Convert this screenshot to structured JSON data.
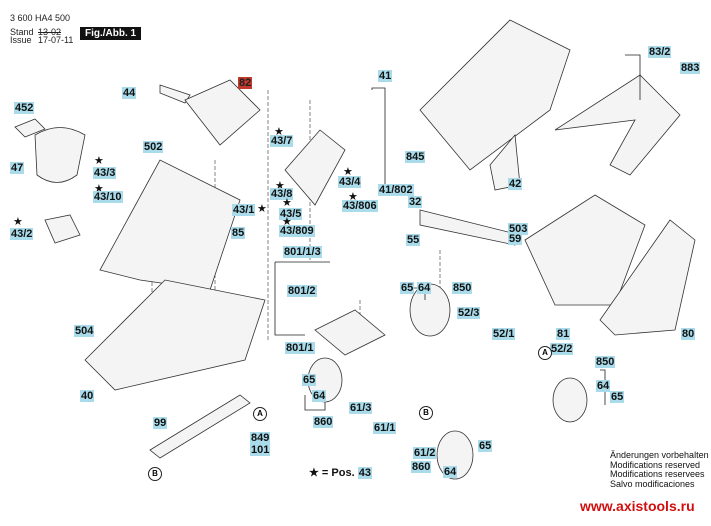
{
  "header": {
    "doc_number": "3 600 HA4 500",
    "stand_label": "Stand",
    "issue_label": "Issue",
    "stand_date_struck": "13-02",
    "issue_date": "17-07-11",
    "figure_label": "Fig./Abb. 1"
  },
  "labels": {
    "l452": "452",
    "l47": "47",
    "l43_2": "43/2",
    "l43_3": "43/3",
    "l43_10": "43/10",
    "l44": "44",
    "l82": "82",
    "l502": "502",
    "l43_1": "43/1",
    "l85": "85",
    "l43_7": "43/7",
    "l43_8": "43/8",
    "l43_4": "43/4",
    "l43_5": "43/5",
    "l43_806": "43/806",
    "l43_809": "43/809",
    "l41": "41",
    "l845": "845",
    "l41_802": "41/802",
    "l32": "32",
    "l55": "55",
    "l42": "42",
    "l83_2": "83/2",
    "l883": "883",
    "l503": "503",
    "l59": "59",
    "l801_1_3": "801/1/3",
    "l801_2": "801/2",
    "l801_1": "801/1",
    "l504": "504",
    "l40": "40",
    "l99": "99",
    "l849": "849",
    "l101": "101",
    "l65a": "65",
    "l64a": "64",
    "l850a": "850",
    "l52_3": "52/3",
    "l52_1": "52/1",
    "l81": "81",
    "l80": "80",
    "l52_2": "52/2",
    "l65b": "65",
    "l64b": "64",
    "l860b": "860",
    "l61_3": "61/3",
    "l61_1": "61/1",
    "l61_2": "61/2",
    "l860c": "860",
    "l64c": "64",
    "l65c": "65",
    "l850d": "850",
    "l64d": "64",
    "l65d": "65"
  },
  "callouts": {
    "a": "A",
    "b": "B"
  },
  "legend": {
    "star_text": "★ = Pos.",
    "pos_number": "43"
  },
  "notes": [
    "Änderungen vorbehalten",
    "Modifications reserved",
    "Modifications reservees",
    "Salvo modificaciones"
  ],
  "watermark": "www.axistools.ru",
  "colors": {
    "label_bg": "#a9dbea",
    "highlight_bg": "#c0392b",
    "watermark": "#d01010"
  }
}
